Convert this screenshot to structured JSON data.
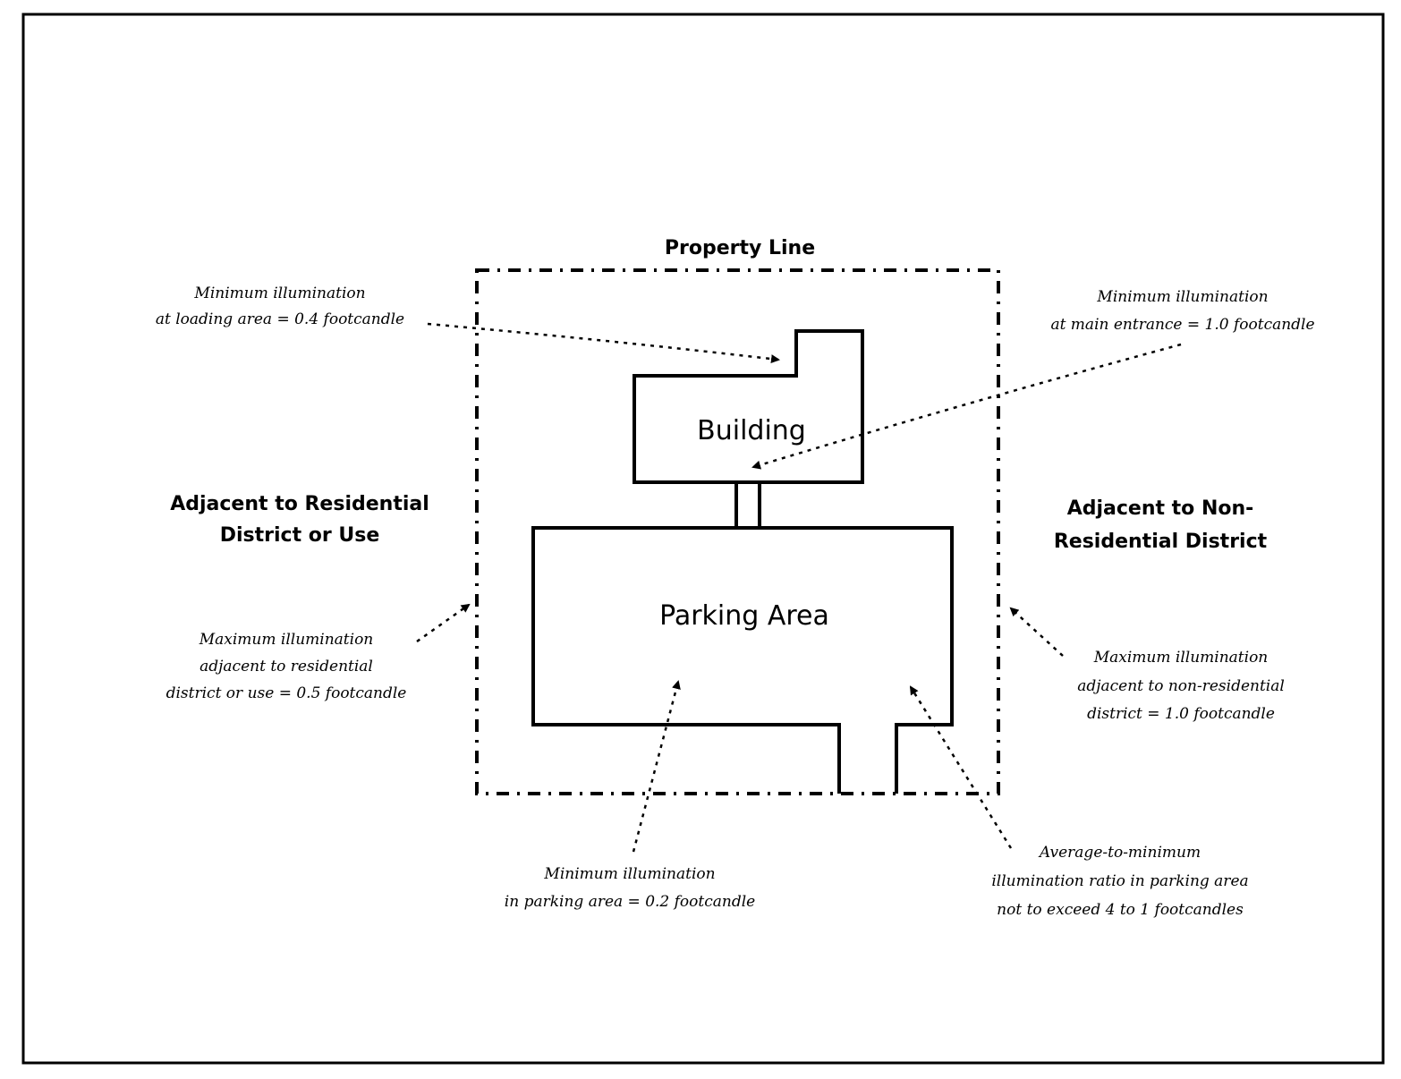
{
  "title": "Property Line",
  "zones": {
    "left": [
      "Adjacent to Residential",
      "District or Use"
    ],
    "right": [
      "Adjacent to Non-",
      "Residential District"
    ]
  },
  "shapes": {
    "building": "Building",
    "parking": "Parking Area"
  },
  "notes": {
    "loading": [
      "Minimum illumination",
      "at loading area = 0.4 footcandle"
    ],
    "entrance": [
      "Minimum illumination",
      "at main entrance = 1.0 footcandle"
    ],
    "residential_max": [
      "Maximum illumination",
      "adjacent to residential",
      "district or use = 0.5 footcandle"
    ],
    "nonresidential_max": [
      "Maximum illumination",
      "adjacent to non-residential",
      "district = 1.0 footcandle"
    ],
    "parking_min": [
      "Minimum illumination",
      "in parking area = 0.2 footcandle"
    ],
    "ratio": [
      "Average-to-minimum",
      "illumination ratio in parking area",
      "not to exceed 4 to 1 footcandles"
    ]
  },
  "values": {
    "loading_min_fc": 0.4,
    "entrance_min_fc": 1.0,
    "residential_max_fc": 0.5,
    "nonresidential_max_fc": 1.0,
    "parking_min_fc": 0.2,
    "avg_to_min_ratio": "4 to 1"
  }
}
